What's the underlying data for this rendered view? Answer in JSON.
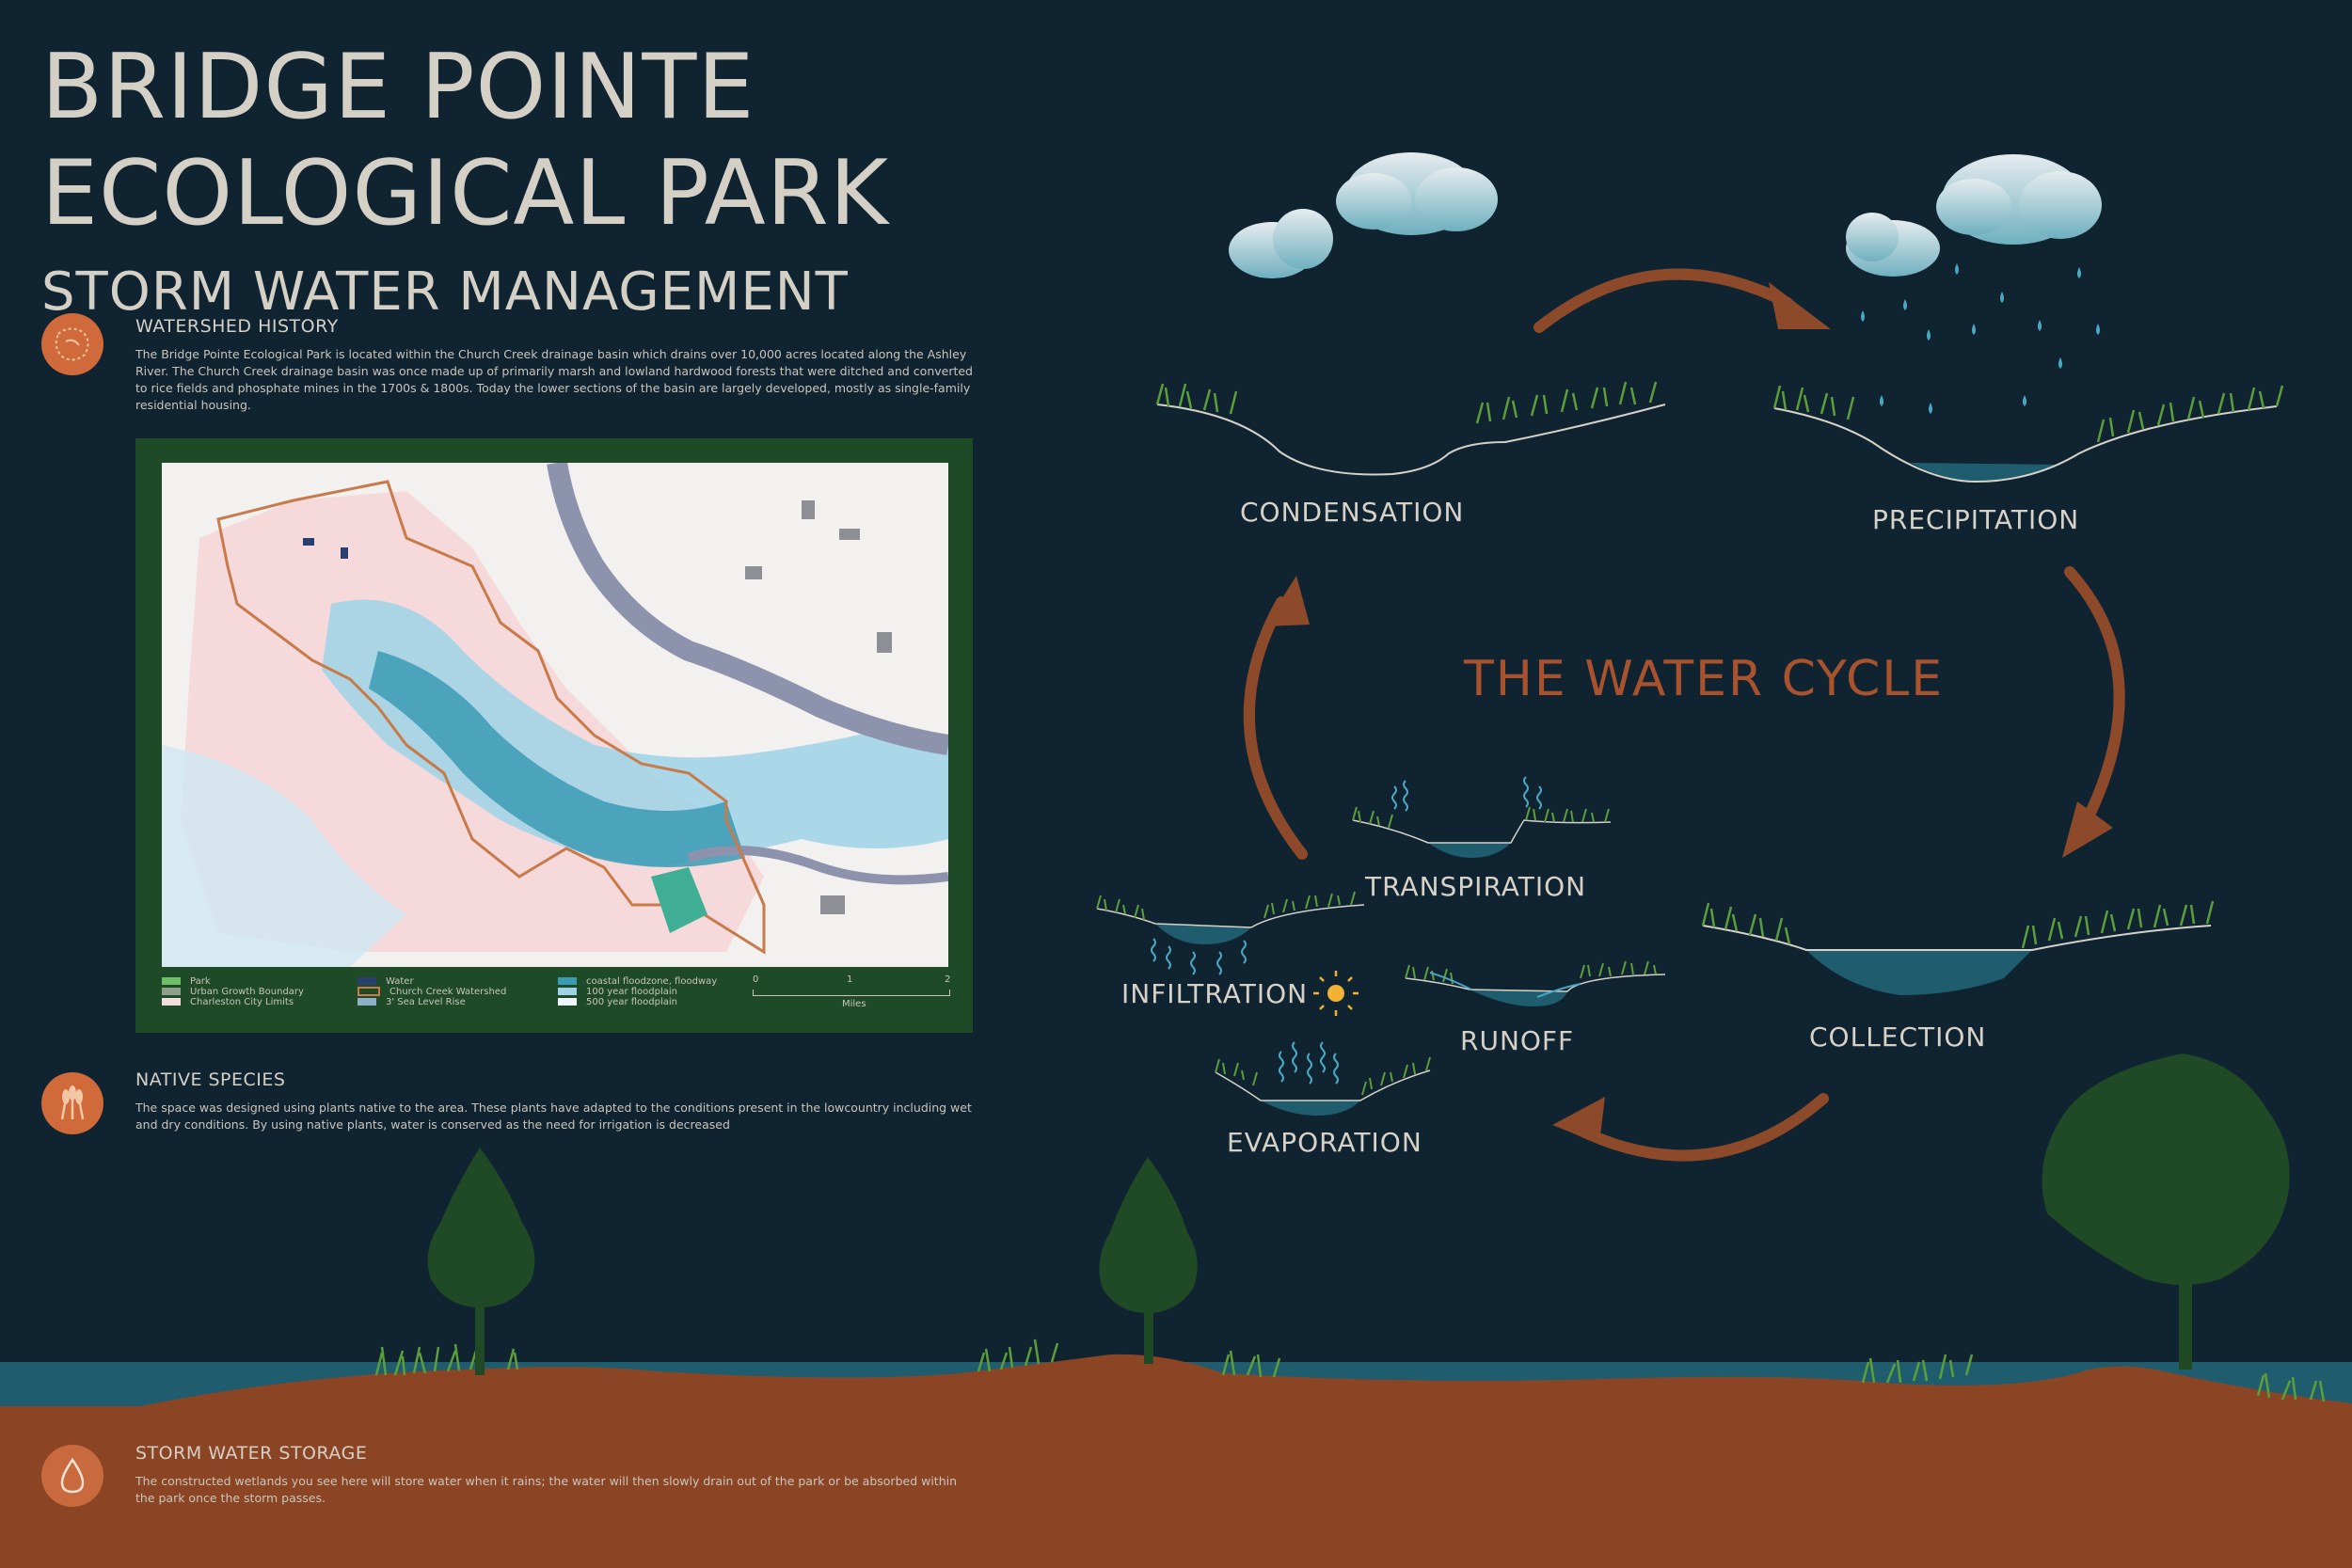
{
  "title": {
    "line1": "BRIDGE POINTE",
    "line2": "ECOLOGICAL PARK",
    "subtitle": "STORM WATER MANAGEMENT"
  },
  "sections": {
    "watershed": {
      "heading": "WATERSHED HISTORY",
      "body": "The Bridge Pointe Ecological Park is located within the Church Creek drainage basin which drains over 10,000 acres located along the Ashley River. The Church Creek drainage basin was once made up of primarily marsh and lowland hardwood forests that were ditched and converted to rice fields and phosphate mines in the 1700s & 1800s. Today the lower sections of the basin are largely developed, mostly as single-family residential housing."
    },
    "native": {
      "heading": "NATIVE SPECIES",
      "body": "The space was designed using plants native to the area. These plants have adapted to the conditions present in the lowcountry including wet and dry conditions. By using native plants, water is conserved as the need for irrigation is decreased"
    },
    "storage": {
      "heading": "STORM WATER STORAGE",
      "body": "The constructed wetlands you see here will store water when it rains; the water will then slowly drain out of the park or be absorbed within the park once the storm passes."
    }
  },
  "map": {
    "legend": [
      {
        "label": "Park",
        "color": "#6fbf6a"
      },
      {
        "label": "Urban Growth Boundary",
        "color": "#8ea08a"
      },
      {
        "label": "Charleston City Limits",
        "color": "#f3dede"
      },
      {
        "label": "Water",
        "color": "#27406e"
      },
      {
        "label": "Church Creek Watershed",
        "color": "#c87a4a"
      },
      {
        "label": "3' Sea Level Rise",
        "color": "#8fb0c8"
      },
      {
        "label": "coastal floodzone, floodway",
        "color": "#3b9bb5"
      },
      {
        "label": "100 year floodplain",
        "color": "#9ed3e6"
      },
      {
        "label": "500 year floodplain",
        "color": "#eef6fa"
      }
    ],
    "scale": {
      "ticks": [
        "0",
        "1",
        "2"
      ],
      "unit": "Miles"
    }
  },
  "cycle": {
    "title": "THE WATER CYCLE",
    "stages": {
      "condensation": "CONDENSATION",
      "precipitation": "PRECIPITATION",
      "collection": "COLLECTION",
      "transpiration": "TRANSPIRATION",
      "infiltration": "INFILTRATION",
      "runoff": "RUNOFF",
      "evaporation": "EVAPORATION"
    }
  },
  "colors": {
    "background": "#102331",
    "arrow": "#8c4a2a",
    "soil": "#8b4524",
    "water": "#1f5d6e",
    "grass": "#5c9e3a",
    "tree": "#1f4a25",
    "accent_circle": "#d06a3a"
  }
}
